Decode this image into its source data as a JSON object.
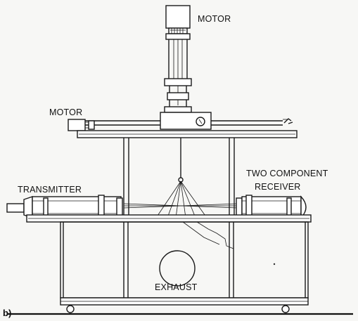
{
  "labels": {
    "motor_top": "MOTOR",
    "motor_left": "MOTOR",
    "transmitter": "TRANSMITTER",
    "receiver_line1": "TWO COMPONENT",
    "receiver_line2": "RECEIVER",
    "exhaust": "EXHAUST",
    "panel": "b)"
  }
}
